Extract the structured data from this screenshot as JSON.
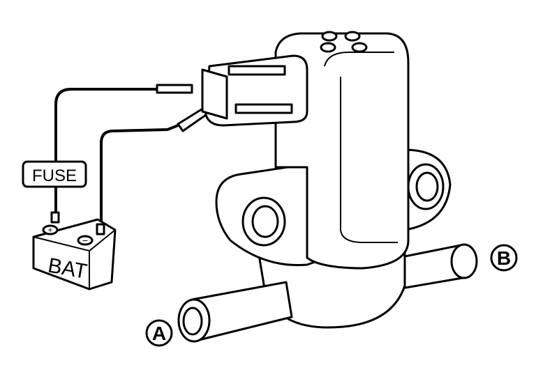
{
  "diagram": {
    "fuse_label": "FUSE",
    "battery_label": "BAT",
    "battery_positive": "+",
    "battery_negative": "−",
    "port_a_label": "A",
    "port_b_label": "B"
  }
}
